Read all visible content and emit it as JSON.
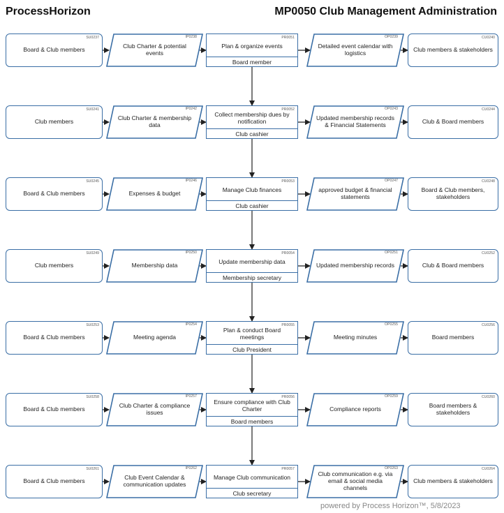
{
  "header": {
    "brand": "ProcessHorizon",
    "title": "MP0050 Club Management Administration"
  },
  "footer": "powered by Process Horizon™, 5/8/2023",
  "rows": [
    {
      "supplier": {
        "code": "SU0237",
        "label": "Board & Club members"
      },
      "input": {
        "code": "IP0238",
        "label": "Club Charter & potential events"
      },
      "process": {
        "code": "PR0051",
        "label": "Plan & organize events",
        "role": "Board member"
      },
      "output": {
        "code": "OP0239",
        "label": "Detailed event calendar with logistics"
      },
      "customer": {
        "code": "CU0240",
        "label": "Club members & stakeholders"
      }
    },
    {
      "supplier": {
        "code": "SU0241",
        "label": "Club members"
      },
      "input": {
        "code": "IP0242",
        "label": "Club Charter & membership data"
      },
      "process": {
        "code": "PR0052",
        "label": "Collect membership dues by notification",
        "role": "Club cashier"
      },
      "output": {
        "code": "OP0243",
        "label": "Updated membership records & Financial Statements"
      },
      "customer": {
        "code": "CU0244",
        "label": "Club & Board members"
      }
    },
    {
      "supplier": {
        "code": "SU0245",
        "label": "Board & Club members"
      },
      "input": {
        "code": "IP0246",
        "label": "Expenses & budget"
      },
      "process": {
        "code": "PR0053",
        "label": "Manage Club finances",
        "role": "Club cashier"
      },
      "output": {
        "code": "OP0247",
        "label": "approved budget & financial statements"
      },
      "customer": {
        "code": "CU0248",
        "label": "Board & Club members, stakeholders"
      }
    },
    {
      "supplier": {
        "code": "SU0249",
        "label": "Club members"
      },
      "input": {
        "code": "IP0250",
        "label": "Membership data"
      },
      "process": {
        "code": "PR0054",
        "label": "Update membership data",
        "role": "Membership secretary"
      },
      "output": {
        "code": "OP0251",
        "label": "Updated membership records"
      },
      "customer": {
        "code": "CU0252",
        "label": "Club & Board members"
      }
    },
    {
      "supplier": {
        "code": "SU0253",
        "label": "Board & Club members"
      },
      "input": {
        "code": "IP0254",
        "label": "Meeting agenda"
      },
      "process": {
        "code": "PR0055",
        "label": "Plan & conduct Board meetings",
        "role": "Club President"
      },
      "output": {
        "code": "OP0255",
        "label": "Meeting minutes"
      },
      "customer": {
        "code": "CU0256",
        "label": "Board members"
      }
    },
    {
      "supplier": {
        "code": "SU0258",
        "label": "Board & Club members"
      },
      "input": {
        "code": "IP0257",
        "label": "Club Charter & compliance issues"
      },
      "process": {
        "code": "PR0056",
        "label": "Ensure compliance with Club Charter",
        "role": "Board members"
      },
      "output": {
        "code": "OP0259",
        "label": "Compliance reports"
      },
      "customer": {
        "code": "CU0260",
        "label": "Board members & stakeholders"
      }
    },
    {
      "supplier": {
        "code": "SU0261",
        "label": "Board & Club members"
      },
      "input": {
        "code": "IP0262",
        "label": "Club Event Calendar & communication updates"
      },
      "process": {
        "code": "PR0057",
        "label": "Manage Club communication",
        "role": "Club secretary"
      },
      "output": {
        "code": "OP0263",
        "label": "Club communication e.g. via email & social media channels"
      },
      "customer": {
        "code": "CU0264",
        "label": "Club members & stakeholders"
      }
    }
  ]
}
